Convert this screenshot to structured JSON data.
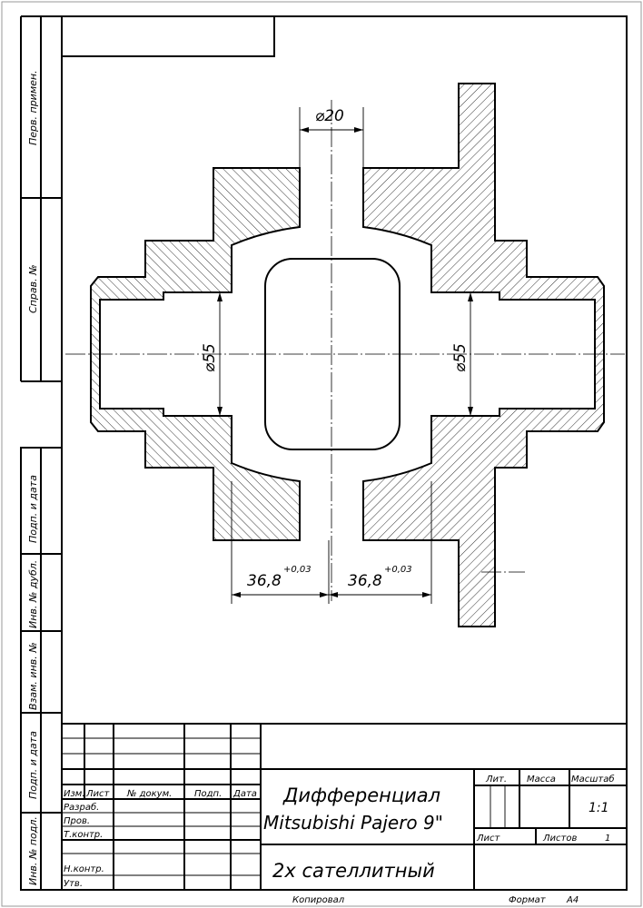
{
  "side_stamps": [
    "Перв. примен.",
    "Справ. №",
    "Подп. и дата",
    "Инв. № дубл.",
    "Взам. инв. №",
    "Подп. и дата",
    "Инв. № подл."
  ],
  "dimensions": {
    "hole_diameter": "⌀20",
    "left_bore": "⌀55",
    "right_bore": "⌀55",
    "left_length": "36,8",
    "left_tol": "+0,03",
    "right_length": "36,8",
    "right_tol": "+0,03"
  },
  "title_block": {
    "col_headers": [
      "Изм.",
      "Лист",
      "№ докум.",
      "Подп.",
      "Дата"
    ],
    "row_labels": [
      "Разраб.",
      "Пров.",
      "Т.контр.",
      "",
      "Н.контр.",
      "Утв."
    ],
    "title_line1": "Дифференциал",
    "title_line2": "Mitsubishi Pajero 9\"",
    "designation": "2х сателлитный",
    "lit_label": "Лит.",
    "mass_label": "Масса",
    "scale_label": "Масштаб",
    "scale_value": "1:1",
    "sheet_label": "Лист",
    "sheets_label": "Листов",
    "sheets_value": "1",
    "copied_label": "Копировал",
    "format_label": "Формат",
    "format_value": "А4"
  }
}
